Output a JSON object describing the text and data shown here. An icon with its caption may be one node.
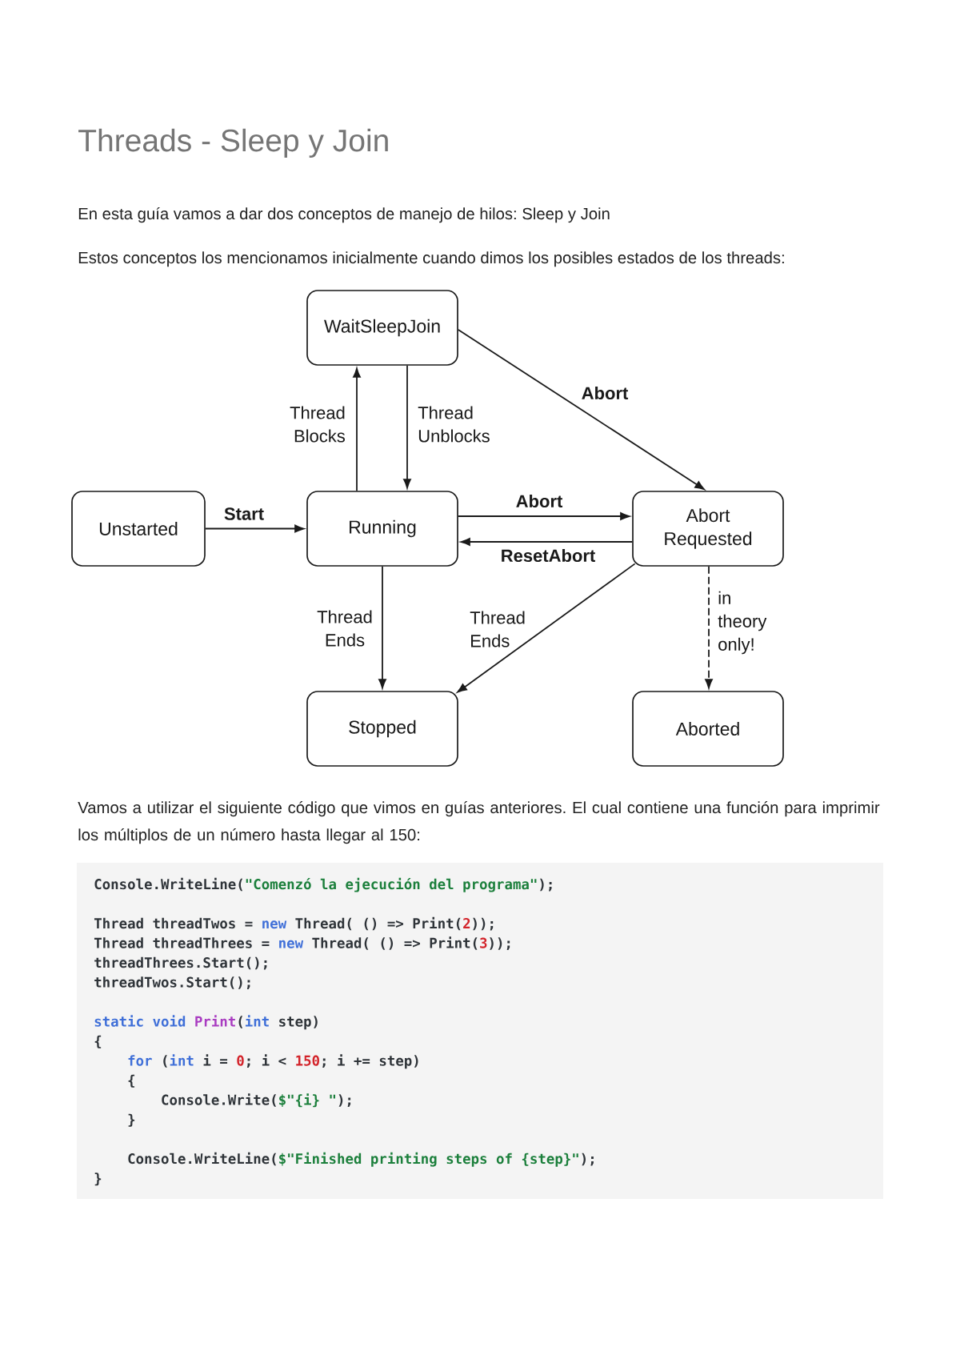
{
  "diagram": {
    "title": "Threads - Sleep y Join",
    "nodes": [
      {
        "text": [
          "WaitSleepJoin"
        ]
      },
      {
        "text": [
          "Unstarted"
        ]
      },
      {
        "text": [
          "Running"
        ]
      },
      {
        "text": [
          "Abort Requested"
        ]
      },
      {
        "text": [
          "Stopped"
        ]
      },
      {
        "text": [
          "Aborted"
        ]
      }
    ],
    "edges": [
      {
        "from": 1,
        "to": 2,
        "arrow": "to",
        "label": "Start"
      },
      {
        "from": 2,
        "to": 0,
        "arrow": "to",
        "label": "Thread Blocks"
      },
      {
        "from": 0,
        "to": 2,
        "arrow": "to",
        "label": "Thread Unblocks"
      },
      {
        "from": 0,
        "to": 3,
        "arrow": "to",
        "label": "Abort"
      },
      {
        "from": 2,
        "to": 3,
        "arrow": "to",
        "label": "Abort"
      },
      {
        "from": 3,
        "to": 2,
        "arrow": "to",
        "label": "ResetAbort"
      },
      {
        "from": 2,
        "to": 4,
        "arrow": "to",
        "label": "Thread Ends"
      },
      {
        "from": 3,
        "to": 4,
        "arrow": "to",
        "label": "Thread Ends"
      },
      {
        "from": 3,
        "to": 5,
        "arrow": "to",
        "label": "in theory only!",
        "style": "dashed"
      }
    ],
    "labels": [
      "En esta guía vamos a dar dos conceptos de manejo de hilos: Sleep y Join",
      "Estos conceptos los mencionamos inicialmente cuando dimos los posibles estados de los threads:",
      "Vamos a utilizar el siguiente código que vimos en guías anteriores. El cual contiene una función para imprimir los múltiplos de un número hasta llegar al 150:",
      "Console.WriteLine(\"Comenzó la ejecución del programa\");",
      "Thread threadTwos = new Thread( () => Print(2));",
      "Thread threadThrees = new Thread( () => Print(3));",
      "threadThrees.Start();",
      "threadTwos.Start();",
      "static void Print(int step)",
      "{",
      "for (int i = 0; i < 150; i += step)",
      "{",
      "Console.Write($\"{i} \");",
      "}",
      "Console.WriteLine($\"Finished printing steps of {step}\");",
      "}"
    ]
  }
}
